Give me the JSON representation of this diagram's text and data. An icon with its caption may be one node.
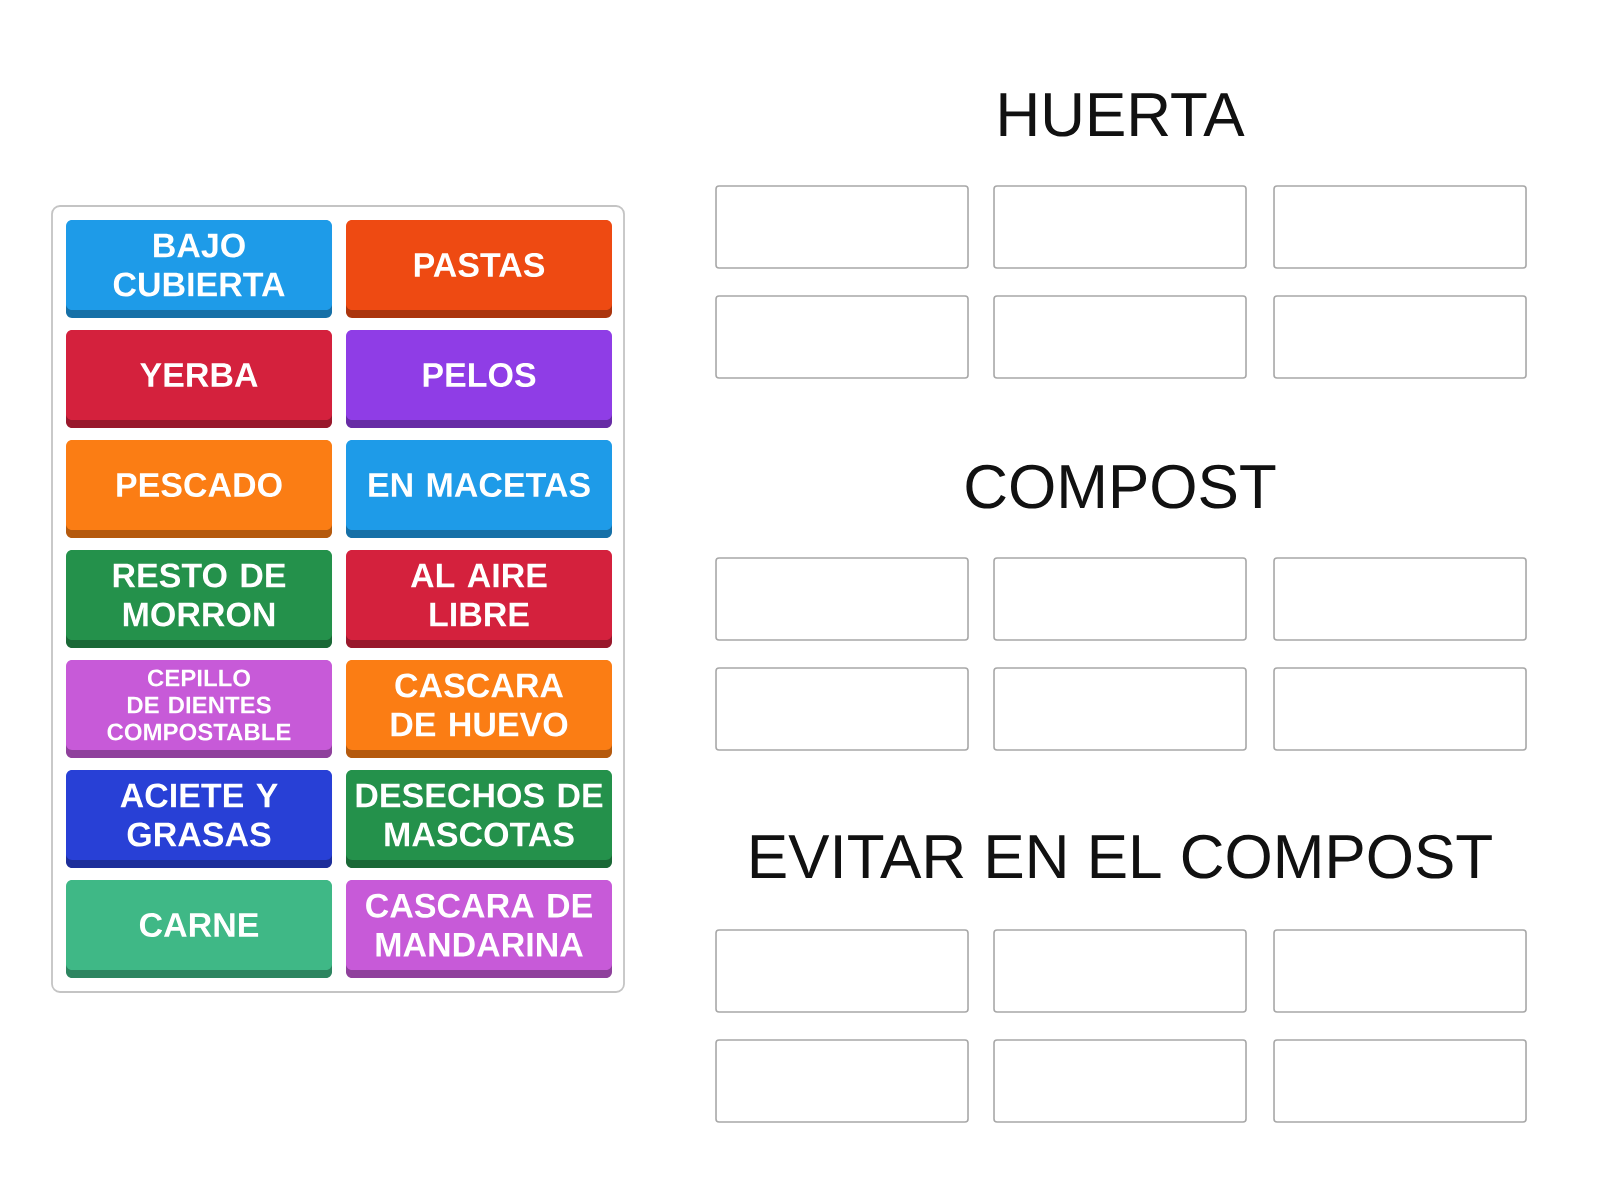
{
  "diagram": {
    "nodes": [
      {
        "text": [],
        "shape": "box"
      },
      {
        "text": [
          "BAJO CUBIERTA"
        ],
        "in": 0
      },
      {
        "text": [
          "PASTAS"
        ],
        "in": 0
      },
      {
        "text": [
          "YERBA"
        ],
        "in": 0
      },
      {
        "text": [
          "PELOS"
        ],
        "in": 0
      },
      {
        "text": [
          "PESCADO"
        ],
        "in": 0
      },
      {
        "text": [
          "EN MACETAS"
        ],
        "in": 0
      },
      {
        "text": [
          "RESTO DE MORRON"
        ],
        "in": 0
      },
      {
        "text": [
          "AL AIRE LIBRE"
        ],
        "in": 0
      },
      {
        "text": [
          "CEPILLO DE DIENTES COMPOSTABLE"
        ],
        "in": 0
      },
      {
        "text": [
          "CASCARA DE HUEVO"
        ],
        "in": 0
      },
      {
        "text": [
          "ACIETE Y GRASAS"
        ],
        "in": 0
      },
      {
        "text": [
          "DESECHOS DE MASCOTAS"
        ],
        "in": 0
      },
      {
        "text": [
          "CARNE"
        ],
        "in": 0
      },
      {
        "text": [
          "CASCARA DE MANDARINA"
        ],
        "in": 0
      },
      {
        "text": [],
        "shape": "box"
      },
      {
        "text": [],
        "shape": "box"
      },
      {
        "text": [],
        "shape": "box"
      },
      {
        "text": [],
        "shape": "box"
      },
      {
        "text": [],
        "shape": "box"
      },
      {
        "text": [],
        "shape": "box"
      },
      {
        "text": [],
        "shape": "box"
      },
      {
        "text": [],
        "shape": "box"
      },
      {
        "text": [],
        "shape": "box"
      },
      {
        "text": [],
        "shape": "box"
      },
      {
        "text": [],
        "shape": "box"
      },
      {
        "text": [],
        "shape": "box"
      },
      {
        "text": [],
        "shape": "box"
      },
      {
        "text": [],
        "shape": "box"
      },
      {
        "text": [],
        "shape": "box"
      },
      {
        "text": [],
        "shape": "box"
      },
      {
        "text": [],
        "shape": "box"
      },
      {
        "text": [],
        "shape": "box"
      }
    ],
    "labels": [
      "HUERTA",
      "COMPOST",
      "EVITAR EN EL COMPOST"
    ]
  }
}
